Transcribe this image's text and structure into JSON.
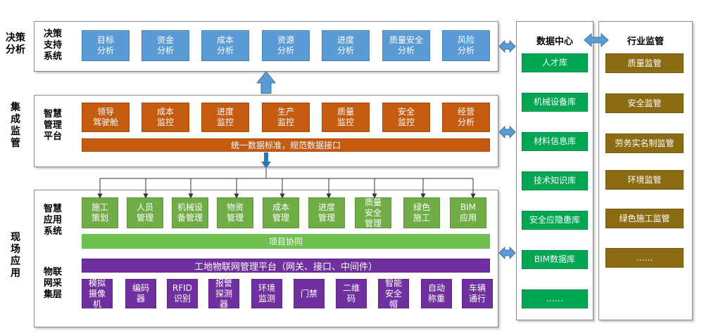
{
  "layers": {
    "decision": "决策\n分析",
    "integration": "集\n成\n监\n管",
    "site": "现\n场\n应\n用"
  },
  "decision_panel": {
    "title": "决策\n支持\n系统",
    "boxes": [
      "目标\n分析",
      "资金\n分析",
      "成本\n分析",
      "资源\n分析",
      "进度\n分析",
      "质量安全\n分析",
      "风险\n分析"
    ]
  },
  "smart_platform": {
    "title": "智慧\n管理\n平台",
    "boxes": [
      "领导\n驾驶舱",
      "成本\n监控",
      "进度\n监控",
      "生产\n监控",
      "质量\n监控",
      "安全\n监控",
      "经营\n分析"
    ],
    "bar": "统一数据标准，规范数据接口"
  },
  "site_apps": {
    "title": "智慧\n应用\n系统",
    "boxes": [
      "施工\n策划",
      "人员\n管理",
      "机械设\n备管理",
      "物资\n管理",
      "成本\n管理",
      "进度\n管理",
      "质量\n安全\n管理",
      "绿色\n施工",
      "BIM\n应用"
    ],
    "bar": "项目协同"
  },
  "iot_layer": {
    "title": "物联\n网采\n集层",
    "bar": "工地物联网管理平台（网关、接口、中间件）",
    "boxes": [
      "模拟\n摄像\n机",
      "编码\n器",
      "RFID\n识别",
      "报警\n探测\n器",
      "环境\n监测",
      "门禁",
      "二维\n码",
      "智能\n安全\n帽",
      "自动\n称重",
      "车辆\n通行"
    ]
  },
  "data_center": {
    "title": "数据中心",
    "items": [
      "人才库",
      "机械设备库",
      "材料信息库",
      "技术知识库",
      "安全应隐患库",
      "BIM数据库",
      "……"
    ]
  },
  "industry_supervision": {
    "title": "行业监管",
    "items": [
      "质量监管",
      "安全监管",
      "劳务实名制监管",
      "环境监管",
      "绿色施工监管",
      "……"
    ]
  },
  "colors": {
    "blue": "#5b9bd5",
    "orange": "#c55a11",
    "green": "#70ad47",
    "purple": "#7030a0",
    "dark_green": "#00a651",
    "olive": "#8b6c14"
  }
}
